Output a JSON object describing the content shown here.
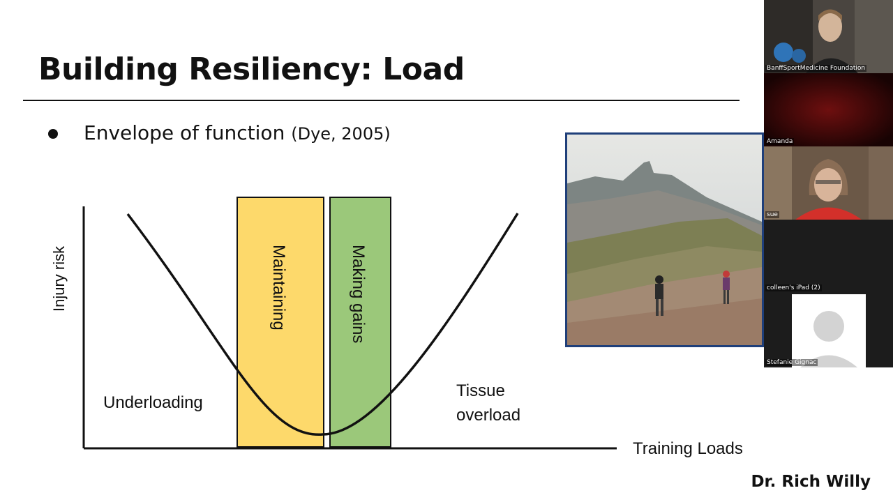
{
  "slide": {
    "title": "Building Resiliency: Load",
    "bullet_text": "Envelope of function",
    "bullet_citation": "(Dye, 2005)",
    "presenter": "Dr. Rich Willy"
  },
  "chart_data": {
    "type": "line",
    "ylabel": "Injury risk",
    "xlabel": "Training Loads",
    "zones": [
      {
        "label": "Underloading",
        "color": "#ffffff"
      },
      {
        "label": "Maintaining",
        "color": "#fdd96b"
      },
      {
        "label": "Making gains",
        "color": "#9bc87a"
      },
      {
        "label": "Tissue overload",
        "color": "#ffffff"
      }
    ],
    "overload_label_line1": "Tissue",
    "overload_label_line2": "overload"
  },
  "participants": [
    {
      "name": "BanffSportMedicine Foundation"
    },
    {
      "name": "Amanda"
    },
    {
      "name": "sue"
    },
    {
      "name": "colleen's iPad (2)"
    },
    {
      "name": "Stefanie Gignac"
    }
  ],
  "colors": {
    "accent_border": "#1f3f7a",
    "maintaining": "#fdd96b",
    "making_gains": "#9bc87a"
  }
}
